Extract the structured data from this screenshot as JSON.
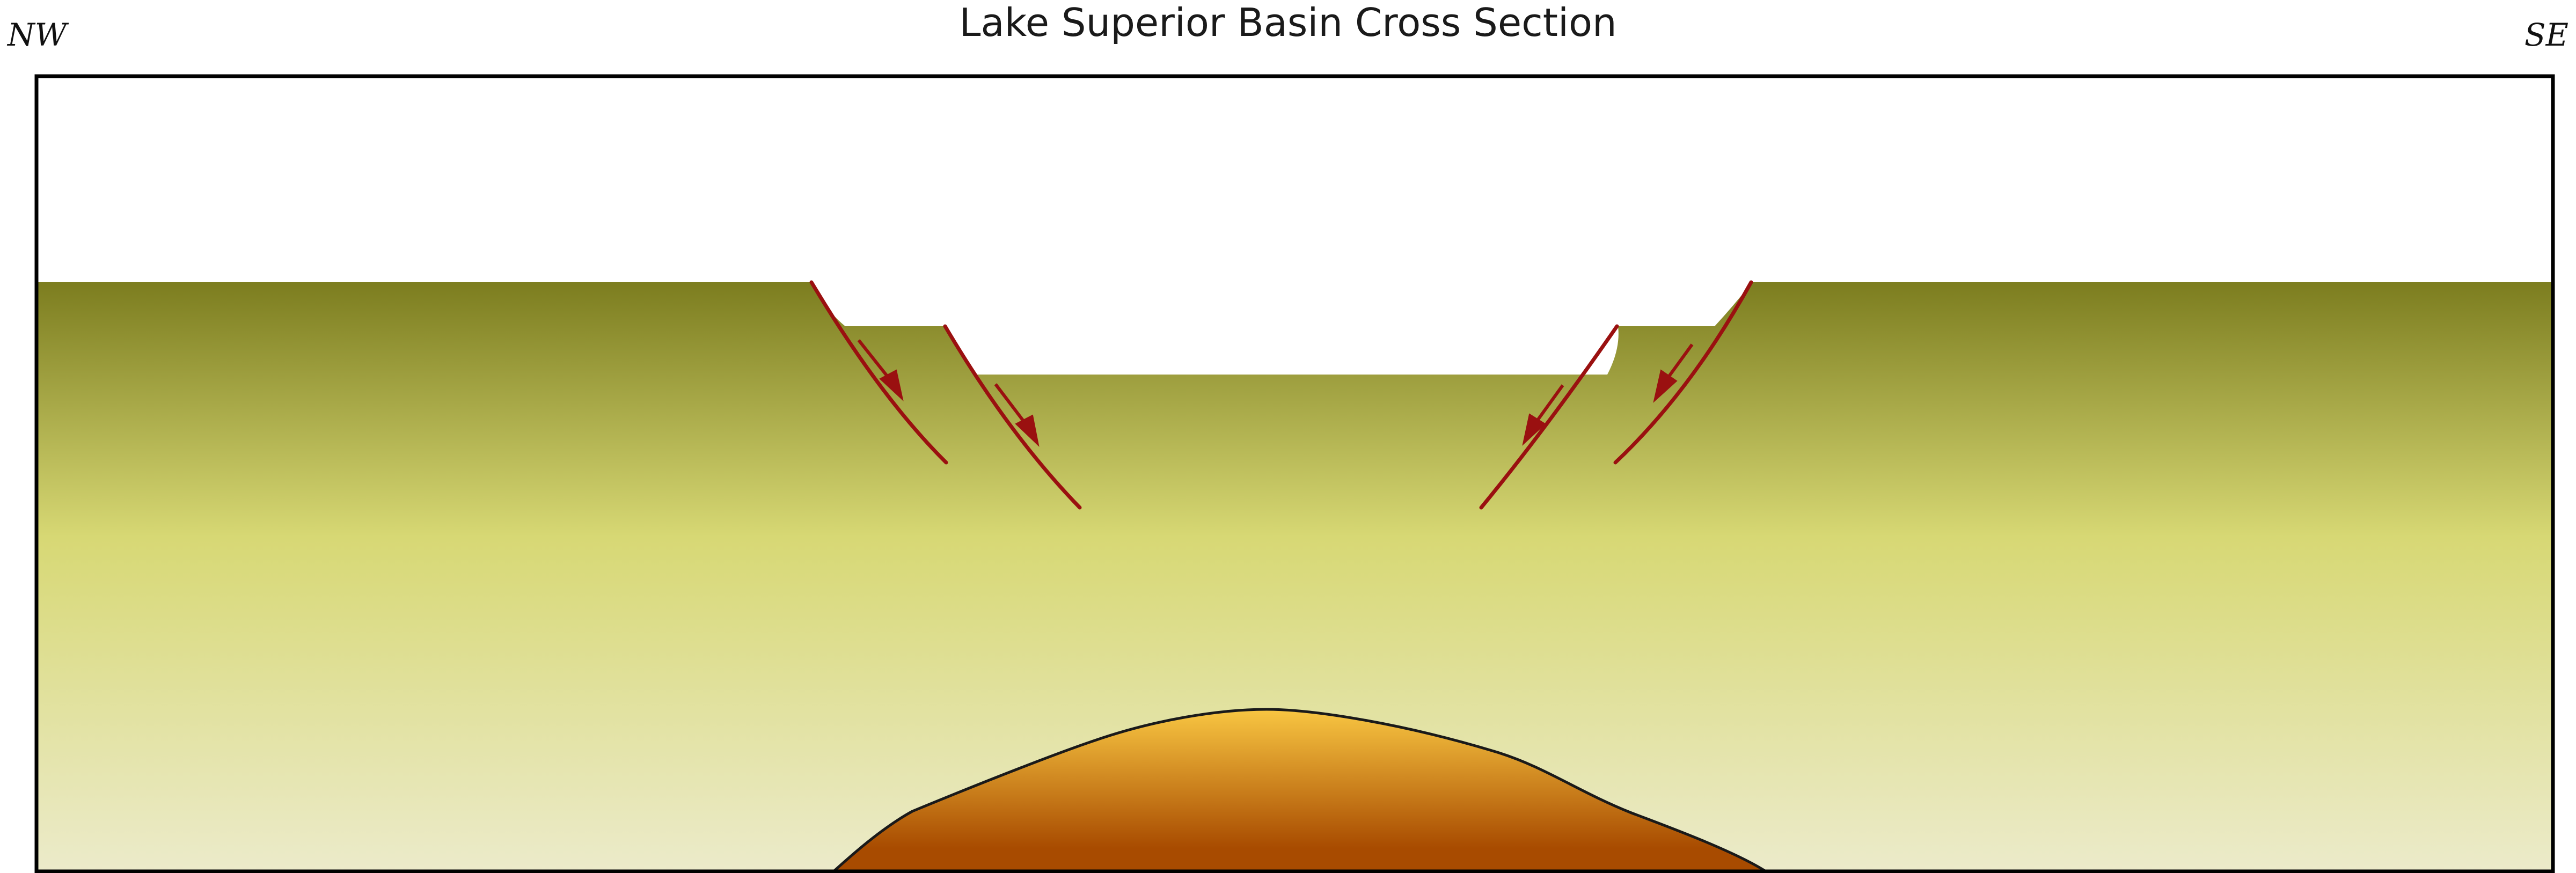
{
  "title": "Lake Superior Basin Cross Section",
  "orientation": {
    "left": "NW",
    "right": "SE"
  },
  "colors": {
    "frame": "#000000",
    "sky": "#ffffff",
    "sediment_top": "#7c7d1f",
    "sediment_mid": "#d7d874",
    "sediment_bottom": "#ecebcb",
    "intrusion_top": "#f8c642",
    "intrusion_bottom": "#a84b00",
    "fault": "#9a1010",
    "outline": "#1a1a1a"
  },
  "features": {
    "faults": [
      {
        "id": "nw-outer",
        "side": "NW",
        "motion": "normal"
      },
      {
        "id": "nw-inner",
        "side": "NW",
        "motion": "normal"
      },
      {
        "id": "se-inner",
        "side": "SE",
        "motion": "normal"
      },
      {
        "id": "se-outer",
        "side": "SE",
        "motion": "normal"
      }
    ],
    "intrusion": "dome"
  }
}
